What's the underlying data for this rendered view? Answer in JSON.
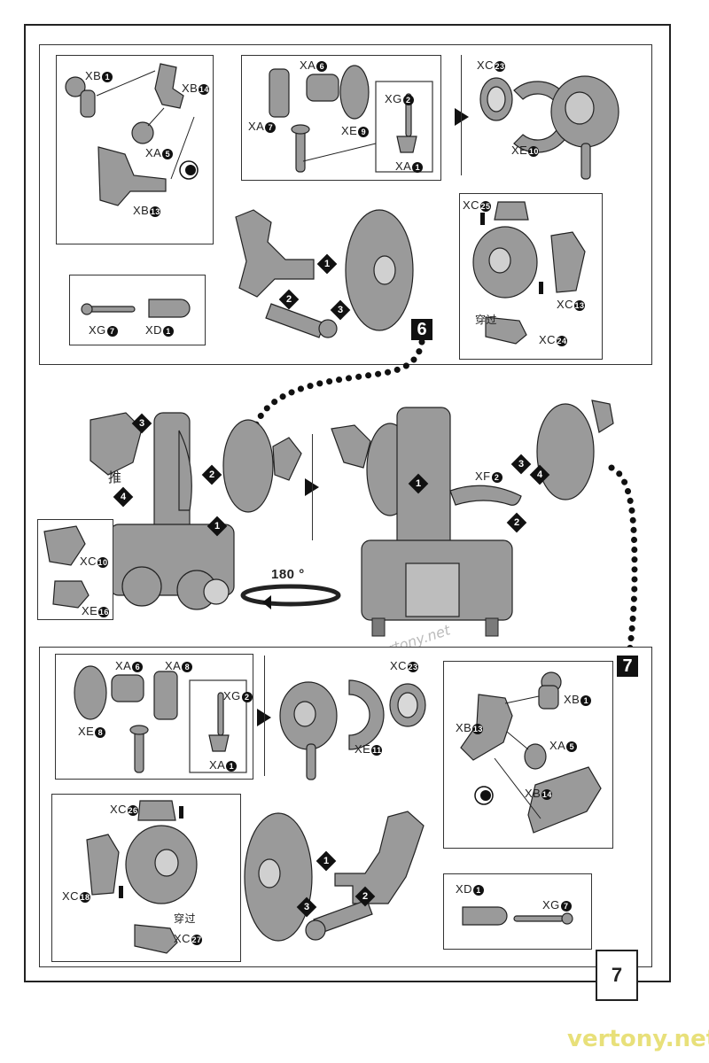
{
  "page": {
    "number": "7"
  },
  "steps": {
    "step6": "6",
    "step7": "7"
  },
  "watermark": "https://vertony.net",
  "footer_watermark": "vertony.net",
  "rotation": {
    "label": "180",
    "unit": "°"
  },
  "text": {
    "push": "推",
    "pass_through_1": "穿过",
    "pass_through_2": "穿过"
  },
  "top": {
    "box_a": {
      "labels": [
        "XB",
        "XB",
        "XA",
        "XB"
      ],
      "nums": [
        "1",
        "14",
        "5",
        "13"
      ]
    },
    "box_b": {
      "labels": [
        "XA",
        "XA",
        "XE",
        "XG",
        "XA"
      ],
      "nums": [
        "6",
        "7",
        "9",
        "2",
        "1"
      ]
    },
    "box_c": {
      "labels": [
        "XC",
        "XE"
      ],
      "nums": [
        "23",
        "10"
      ]
    },
    "box_d": {
      "labels": [
        "XG",
        "XD"
      ],
      "nums": [
        "7",
        "1"
      ]
    },
    "box_e": {
      "labels": [
        "XC",
        "XC",
        "XC"
      ],
      "nums": [
        "25",
        "13",
        "24"
      ]
    }
  },
  "middle": {
    "box_f": {
      "labels": [
        "XC",
        "XE"
      ],
      "nums": [
        "10",
        "16"
      ]
    },
    "xf": {
      "label": "XF",
      "num": "2"
    }
  },
  "bottom": {
    "box_g": {
      "labels": [
        "XA",
        "XA",
        "XE",
        "XG",
        "XA"
      ],
      "nums": [
        "6",
        "8",
        "8",
        "2",
        "1"
      ]
    },
    "box_h": {
      "labels": [
        "XC",
        "XE"
      ],
      "nums": [
        "23",
        "11"
      ]
    },
    "box_i": {
      "labels": [
        "XB",
        "XB",
        "XA",
        "XB"
      ],
      "nums": [
        "13",
        "1",
        "5",
        "14"
      ]
    },
    "box_j": {
      "labels": [
        "XC",
        "XC",
        "XC"
      ],
      "nums": [
        "26",
        "18",
        "27"
      ]
    },
    "box_k": {
      "labels": [
        "XD",
        "XG"
      ],
      "nums": [
        "1",
        "7"
      ]
    }
  }
}
